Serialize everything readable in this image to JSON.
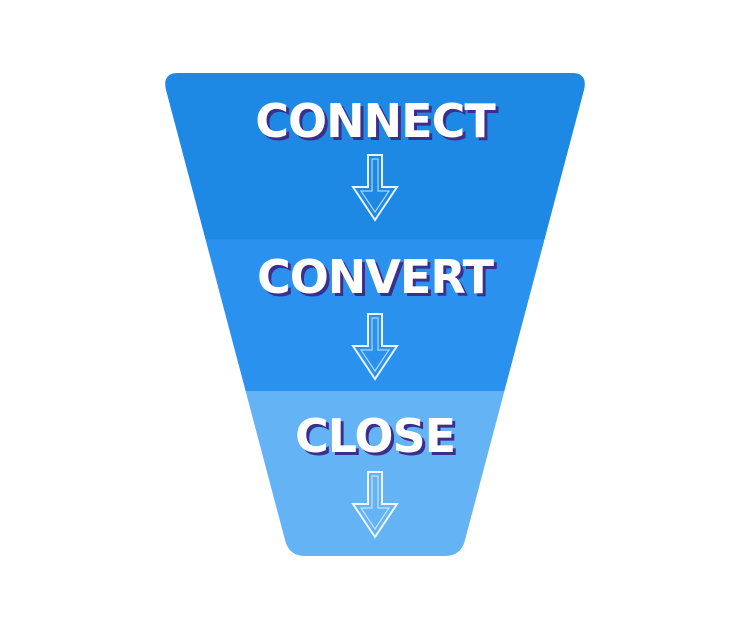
{
  "stages": [
    {
      "label": "CONNECT",
      "color": "#1e88e5"
    },
    {
      "label": "CONVERT",
      "color": "#2a92ee"
    },
    {
      "label": "CLOSE",
      "color": "#64b3f5"
    }
  ],
  "label_shadow_color": "#3b2f8c",
  "arrow_icon": "arrow-down-outline-icon"
}
